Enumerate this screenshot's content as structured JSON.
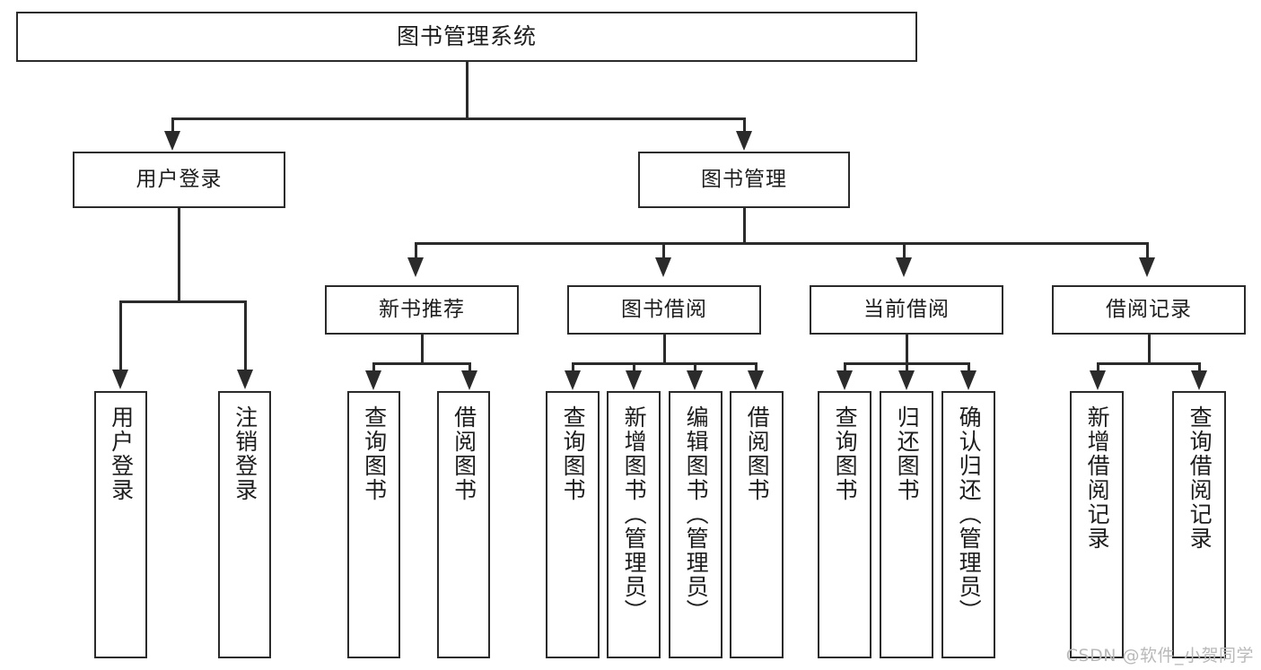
{
  "diagram": {
    "title_text": "图书管理系统",
    "type": "hierarchy-tree",
    "watermark": "CSDN @软件_小贺同学",
    "colors": {
      "stroke": "#2b2b2b",
      "fill": "#ffffff",
      "text": "#1d1d1d",
      "watermark": "#b9b9b9"
    },
    "levels": {
      "root": {
        "label": "图书管理系统"
      },
      "level2": [
        {
          "label": "用户登录"
        },
        {
          "label": "图书管理"
        }
      ],
      "level3": [
        {
          "label": "新书推荐"
        },
        {
          "label": "图书借阅"
        },
        {
          "label": "当前借阅"
        },
        {
          "label": "借阅记录"
        }
      ]
    },
    "leaves": {
      "user_login": [
        {
          "label": "用户登录"
        },
        {
          "label": "注销登录"
        }
      ],
      "new_book_recommend": [
        {
          "label": "查询图书"
        },
        {
          "label": "借阅图书"
        }
      ],
      "book_borrow": [
        {
          "label": "查询图书"
        },
        {
          "label": "新增图书（管理员）"
        },
        {
          "label": "编辑图书（管理员）"
        },
        {
          "label": "借阅图书"
        }
      ],
      "current_borrow": [
        {
          "label": "查询图书"
        },
        {
          "label": "归还图书"
        },
        {
          "label": "确认归还（管理员）"
        }
      ],
      "borrow_record": [
        {
          "label": "新增借阅记录"
        },
        {
          "label": "查询借阅记录"
        }
      ]
    }
  }
}
